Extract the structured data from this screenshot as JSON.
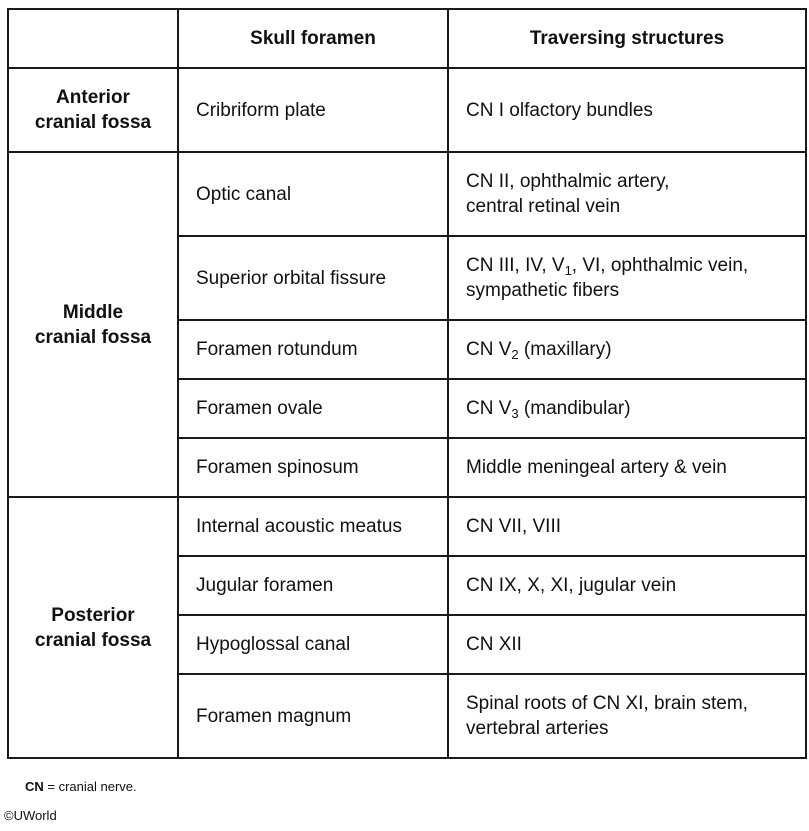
{
  "header": {
    "region": "",
    "foramen": "Skull foramen",
    "structures": "Traversing structures"
  },
  "regions": {
    "anterior_l1": "Anterior",
    "anterior_l2": "cranial fossa",
    "middle_l1": "Middle",
    "middle_l2": "cranial fossa",
    "posterior_l1": "Posterior",
    "posterior_l2": "cranial fossa"
  },
  "rows": [
    {
      "foramen": "Cribriform plate",
      "structures": "CN I olfactory bundles"
    },
    {
      "foramen": "Optic canal",
      "structures_l1": "CN II, ophthalmic artery,",
      "structures_l2": "central retinal vein"
    },
    {
      "foramen": "Superior orbital fissure",
      "s_pre": "CN III, IV, V",
      "s_sub": "1",
      "s_post": ", VI, ophthalmic vein,",
      "structures_l2": "sympathetic fibers"
    },
    {
      "foramen": "Foramen rotundum",
      "s_pre": "CN V",
      "s_sub": "2",
      "s_post": " (maxillary)"
    },
    {
      "foramen": "Foramen ovale",
      "s_pre": "CN V",
      "s_sub": "3",
      "s_post": " (mandibular)"
    },
    {
      "foramen": "Foramen spinosum",
      "structures": "Middle meningeal artery & vein"
    },
    {
      "foramen": "Internal acoustic meatus",
      "structures": "CN VII, VIII"
    },
    {
      "foramen": "Jugular foramen",
      "structures": "CN IX, X, XI, jugular vein"
    },
    {
      "foramen": "Hypoglossal canal",
      "structures": "CN XII"
    },
    {
      "foramen": "Foramen magnum",
      "structures_l1": "Spinal roots of CN XI, brain stem,",
      "structures_l2": "vertebral arteries"
    }
  ],
  "footnote": {
    "term": "CN",
    "definition": " = cranial nerve."
  },
  "copyright": "©UWorld"
}
